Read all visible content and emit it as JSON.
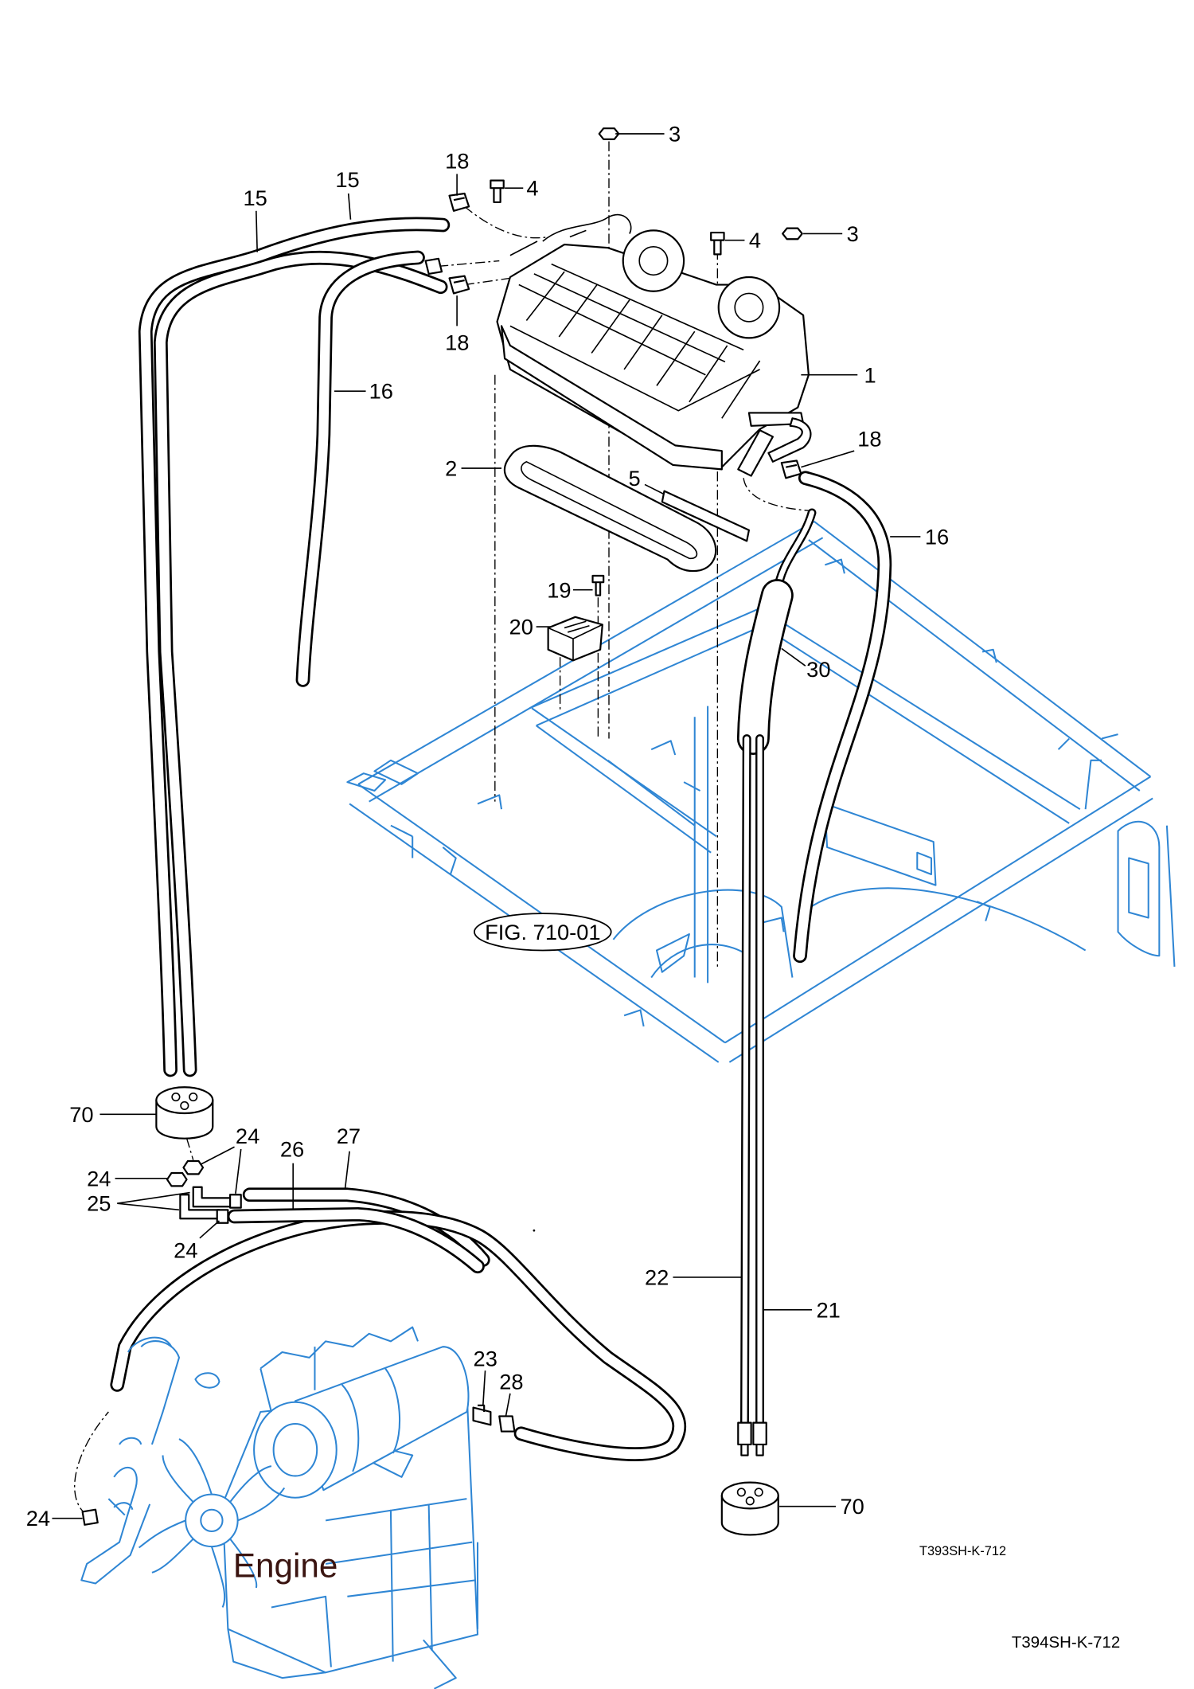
{
  "diagram": {
    "callouts": [
      "3",
      "4",
      "18",
      "15",
      "15",
      "16",
      "18",
      "4",
      "3",
      "1",
      "18",
      "2",
      "5",
      "16",
      "19",
      "20",
      "30",
      "70",
      "24",
      "27",
      "26",
      "24",
      "25",
      "24",
      "22",
      "21",
      "23",
      "28",
      "24",
      "70"
    ],
    "figure_reference": "FIG. 710-01",
    "engine_label": "Engine",
    "drawing_code_inner": "T393SH-K-712",
    "drawing_code_footer": "T394SH-K-712"
  },
  "colors": {
    "line": "#000000",
    "frame_blue": "#2f86d4",
    "engine_label": "#3a1410"
  }
}
